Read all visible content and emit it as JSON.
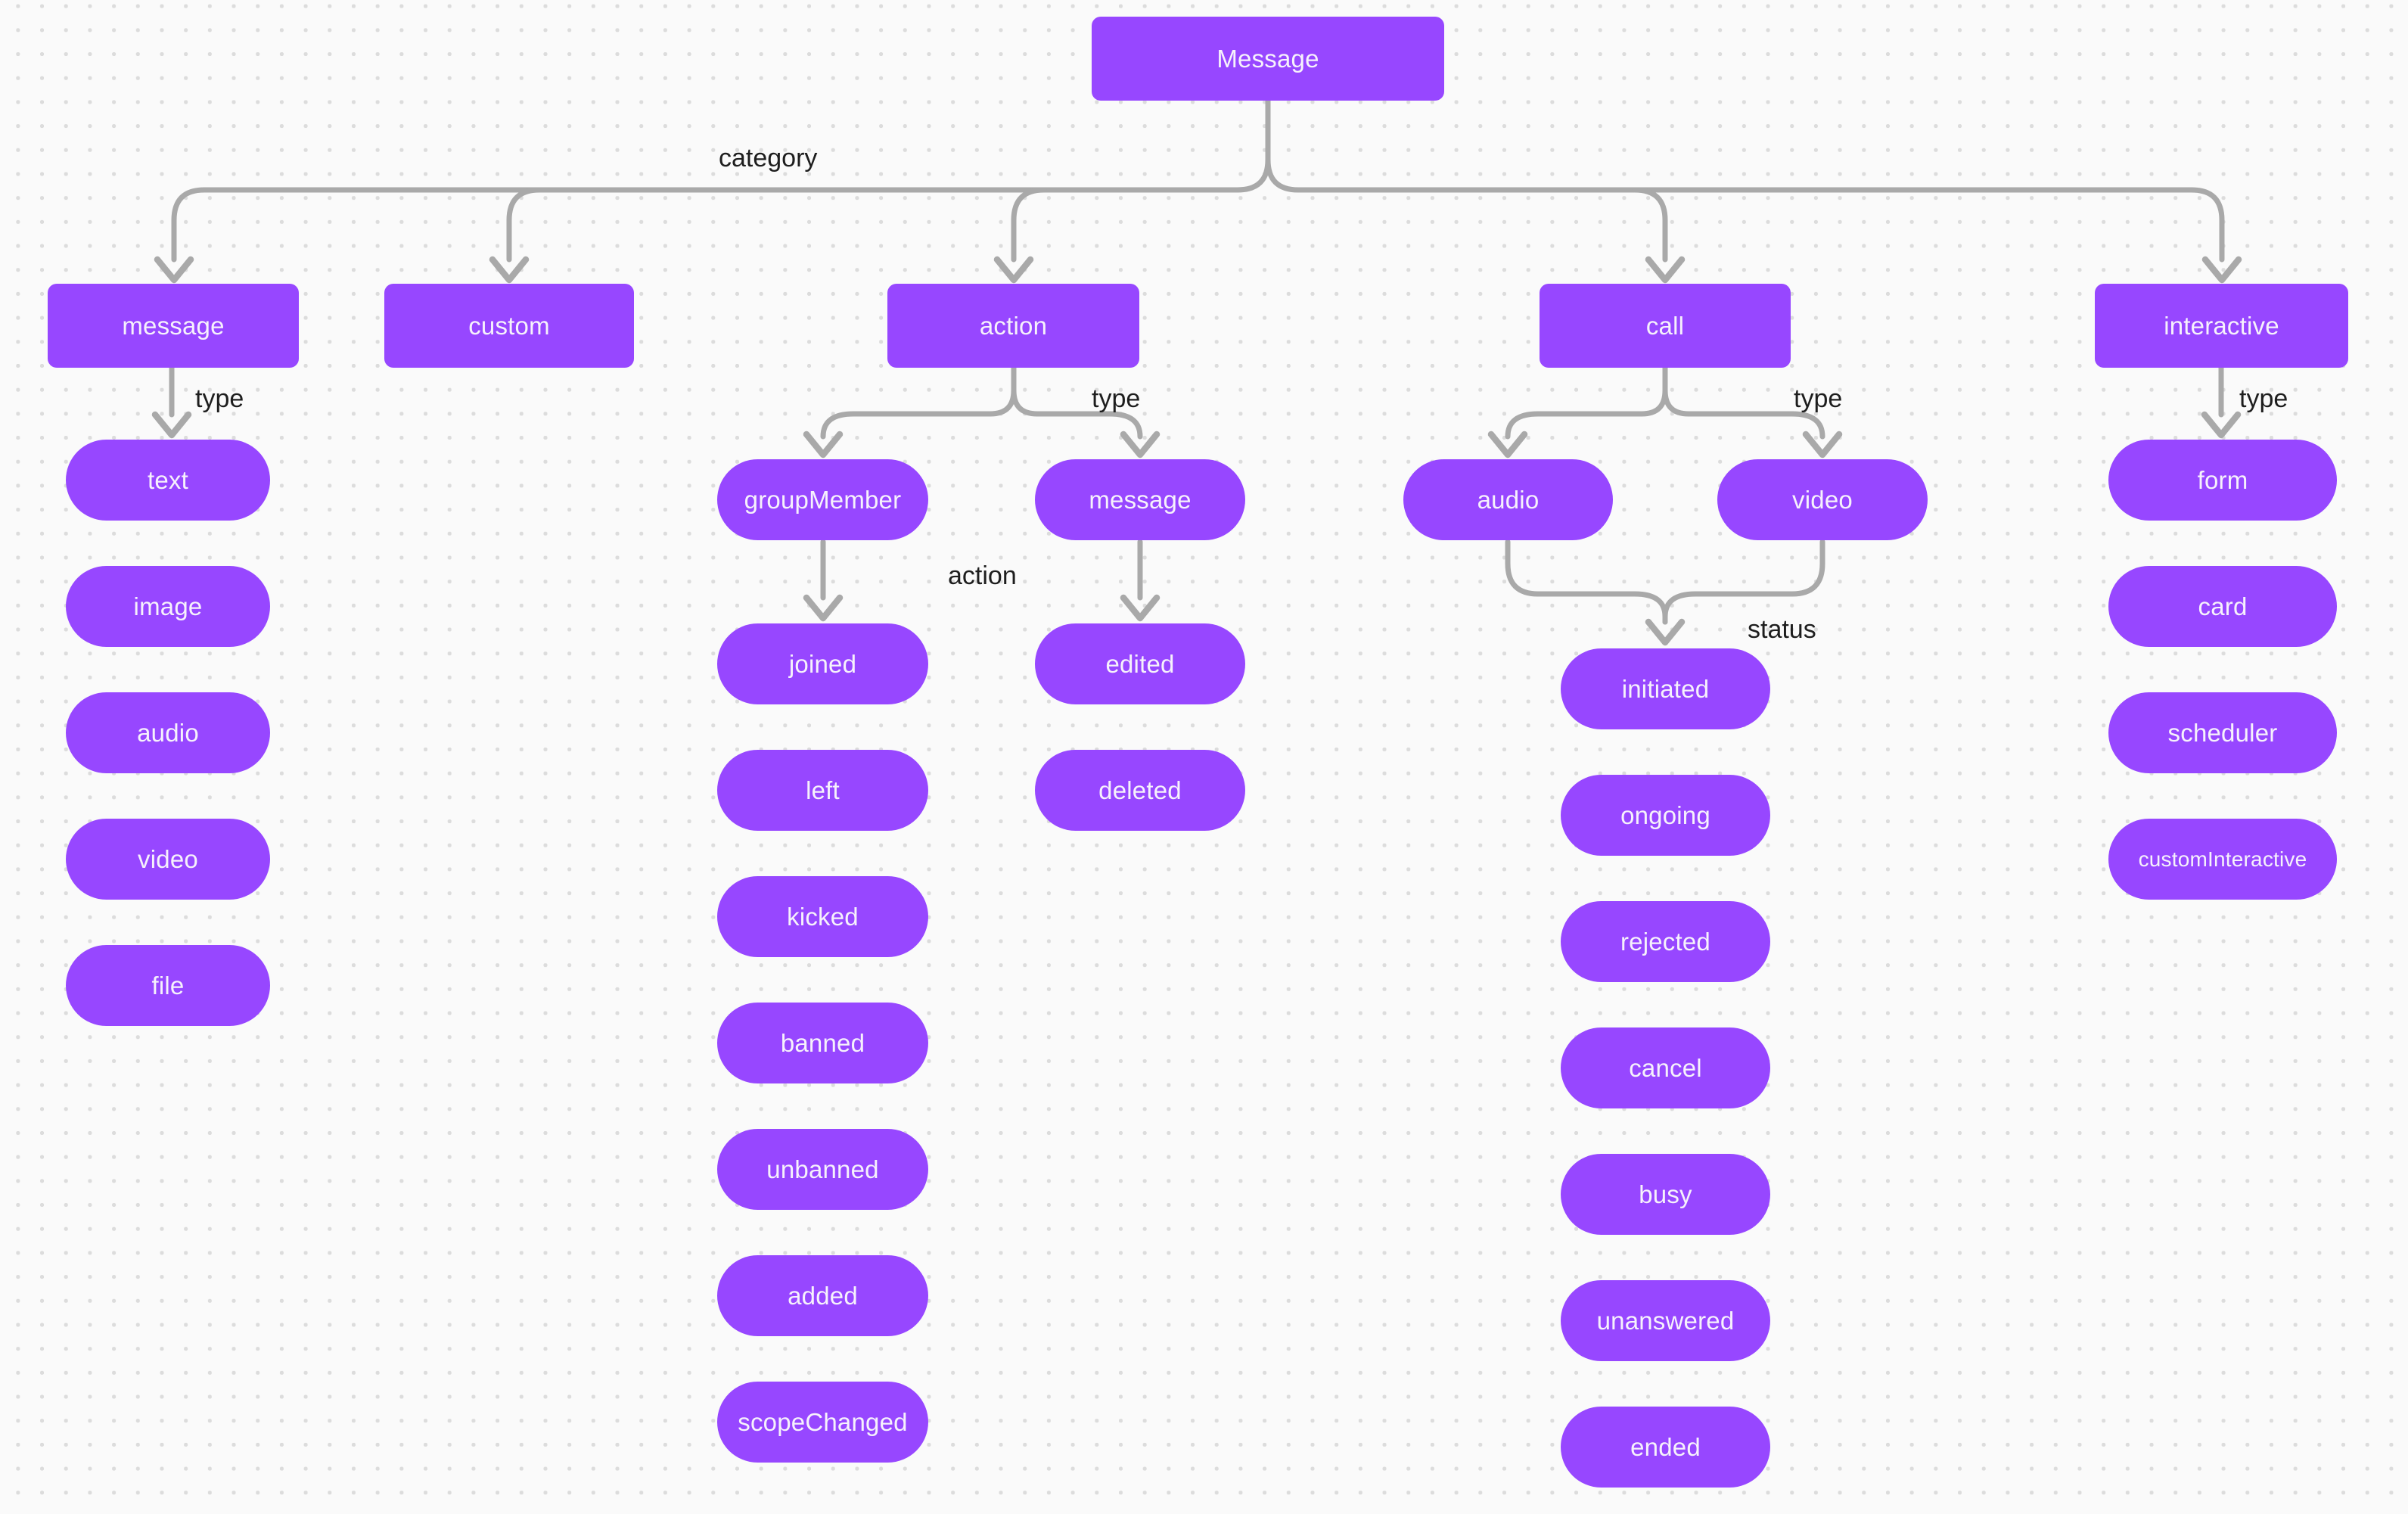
{
  "colors": {
    "node_fill": "#9747ff",
    "node_text": "#f6f1fc",
    "connector": "#a9a9a9",
    "label_text": "#1e1e1e",
    "background": "#fafafa",
    "grid_dot": "#dcdcdc"
  },
  "nodes": {
    "root": "Message",
    "cat_message": "message",
    "cat_custom": "custom",
    "cat_action": "action",
    "cat_call": "call",
    "cat_interactive": "interactive",
    "msg_text": "text",
    "msg_image": "image",
    "msg_audio": "audio",
    "msg_video": "video",
    "msg_file": "file",
    "act_groupMember": "groupMember",
    "act_message": "message",
    "gm_joined": "joined",
    "gm_left": "left",
    "gm_kicked": "kicked",
    "gm_banned": "banned",
    "gm_unbanned": "unbanned",
    "gm_added": "added",
    "gm_scopeChanged": "scopeChanged",
    "am_edited": "edited",
    "am_deleted": "deleted",
    "call_audio": "audio",
    "call_video": "video",
    "st_initiated": "initiated",
    "st_ongoing": "ongoing",
    "st_rejected": "rejected",
    "st_cancel": "cancel",
    "st_busy": "busy",
    "st_unanswered": "unanswered",
    "st_ended": "ended",
    "int_form": "form",
    "int_card": "card",
    "int_scheduler": "scheduler",
    "int_customInteractive": "customInteractive"
  },
  "edge_labels": {
    "category": "category",
    "type": "type",
    "action": "action",
    "status": "status"
  },
  "hierarchy": {
    "Message": {
      "category": [
        "message",
        "custom",
        "action",
        "call",
        "interactive"
      ],
      "message": {
        "type": [
          "text",
          "image",
          "audio",
          "video",
          "file"
        ]
      },
      "custom": {},
      "action": {
        "type": [
          "groupMember",
          "message"
        ],
        "groupMember": {
          "action": [
            "joined",
            "left",
            "kicked",
            "banned",
            "unbanned",
            "added",
            "scopeChanged"
          ]
        },
        "message": {
          "action": [
            "edited",
            "deleted"
          ]
        }
      },
      "call": {
        "type": [
          "audio",
          "video"
        ],
        "status": [
          "initiated",
          "ongoing",
          "rejected",
          "cancel",
          "busy",
          "unanswered",
          "ended"
        ]
      },
      "interactive": {
        "type": [
          "form",
          "card",
          "scheduler",
          "customInteractive"
        ]
      }
    }
  }
}
